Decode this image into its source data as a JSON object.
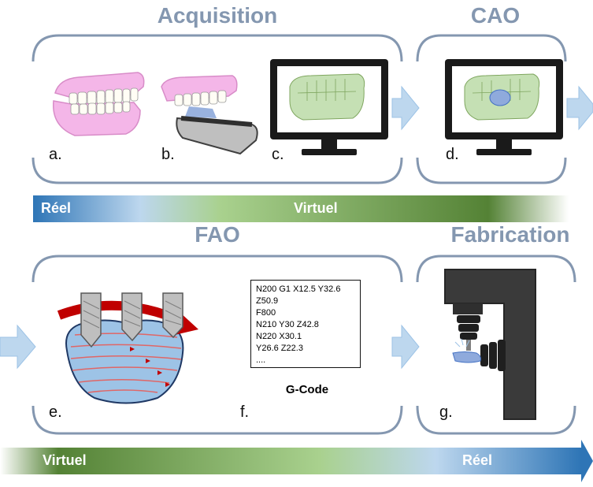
{
  "stages": {
    "acquisition": "Acquisition",
    "cao": "CAO",
    "fao": "FAO",
    "fabrication": "Fabrication"
  },
  "labels": {
    "a": "a.",
    "b": "b.",
    "c": "c.",
    "d": "d.",
    "e": "e.",
    "f": "f.",
    "g": "g."
  },
  "band_top": {
    "left": "Réel",
    "right": "Virtuel"
  },
  "band_bottom": {
    "left": "Virtuel",
    "right": "Réel"
  },
  "gcode": {
    "lines": [
      "N200 G1 X12.5 Y32.6",
      "Z50.9",
      "F800",
      "N210 Y30 Z42.8",
      "N220 X30.1",
      "Y26.6 Z22.3",
      "...."
    ],
    "caption": "G-Code"
  },
  "colors": {
    "title": "#8497b0",
    "bracket": "#8497b0",
    "arrow": "#bdd7ee",
    "band_blue": "#2e75b6",
    "band_green": "#548235",
    "gum": "#f4b6e8",
    "virtual_teeth": "#c5e0b4",
    "restoration": "#8faadc",
    "toolpath": "#e06666"
  }
}
